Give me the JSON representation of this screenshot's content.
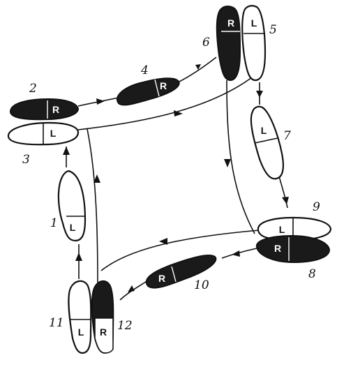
{
  "steps": [
    {
      "number": "1",
      "foot": "L",
      "shade": "light"
    },
    {
      "number": "2",
      "foot": "R",
      "shade": "dark"
    },
    {
      "number": "3",
      "foot": "L",
      "shade": "light"
    },
    {
      "number": "4",
      "foot": "R",
      "shade": "dark"
    },
    {
      "number": "5",
      "foot": "L",
      "shade": "light"
    },
    {
      "number": "6",
      "foot": "R",
      "shade": "dark"
    },
    {
      "number": "7",
      "foot": "L",
      "shade": "light"
    },
    {
      "number": "8",
      "foot": "R",
      "shade": "dark"
    },
    {
      "number": "9",
      "foot": "L",
      "shade": "light"
    },
    {
      "number": "10",
      "foot": "R",
      "shade": "dark"
    },
    {
      "number": "11",
      "foot": "L",
      "shade": "light"
    },
    {
      "number": "12",
      "foot": "R",
      "shade": "dark"
    }
  ],
  "colors": {
    "ink": "#111111",
    "paper": "#ffffff",
    "dark_shoe": "#1a1a1a"
  }
}
